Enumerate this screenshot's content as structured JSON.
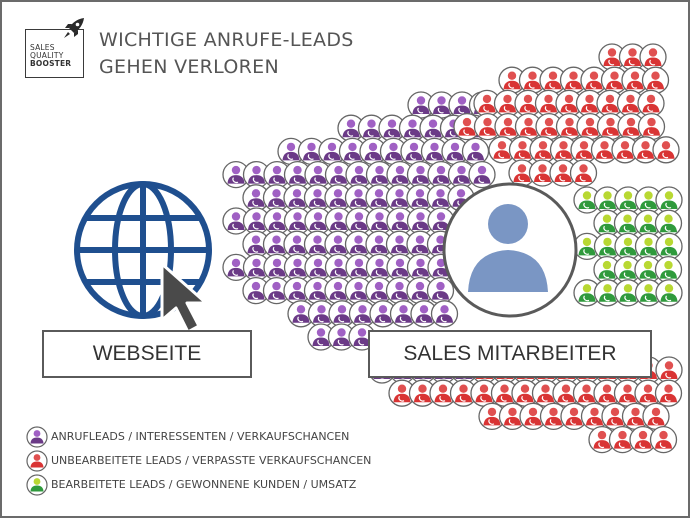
{
  "brand": {
    "lines": [
      "SALES",
      "QUALITY",
      "BOOSTER"
    ],
    "icon": "rocket-icon"
  },
  "title": {
    "line1": "WICHTIGE ANRUFE-LEADS",
    "line2": "GEHEN VERLOREN"
  },
  "labels": {
    "website": "WEBSEITE",
    "sales": "SALES MITARBEITER"
  },
  "icons": {
    "website": "globe-cursor-icon",
    "sales": "person-avatar-icon",
    "lead": "person-phone-icon"
  },
  "legend": [
    {
      "label": "ANRUFLEADS / INTERESSENTEN / VERKAUFSCHANCEN",
      "color": "#6b3a87",
      "head": "#a060c4"
    },
    {
      "label": "UNBEARBEITETE LEADS / VERPASSTE VERKAUFSCHANCEN",
      "color": "#d93434",
      "head": "#e05050"
    },
    {
      "label": "BEARBEITETE LEADS / GEWONNENE KUNDEN / UMSATZ",
      "color": "#2f9a3c",
      "head": "#b8d832"
    }
  ],
  "colors": {
    "purple_body": "#6b3a87",
    "purple_head": "#a060c4",
    "red_body": "#d93434",
    "red_head": "#e05050",
    "green_body": "#2f9a3c",
    "green_head": "#b8d832",
    "globe": "#1f4f8f",
    "cursor": "#4a4a4a",
    "avatar": "#7a96c4"
  }
}
